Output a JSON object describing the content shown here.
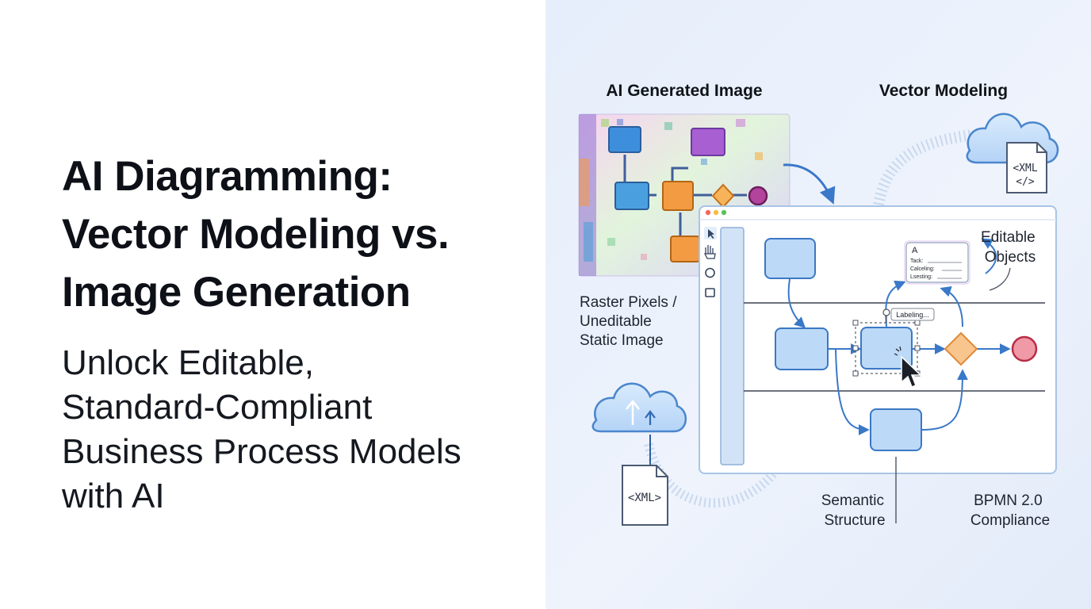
{
  "headline": {
    "title_lines": [
      "AI Diagramming:",
      "Vector Modeling vs.",
      "Image Generation"
    ],
    "subtitle_lines": [
      "Unlock Editable,",
      "Standard-Compliant",
      "Business Process Models",
      "with AI"
    ]
  },
  "diagram": {
    "raster_heading": "AI Generated Image",
    "vector_heading": "Vector Modeling",
    "raster_note": [
      "Raster Pixels /",
      "Uneditable",
      "Static Image"
    ],
    "editable_note": [
      "Editable",
      "Objects"
    ],
    "semantic_note": [
      "Semantic",
      "Structure"
    ],
    "bpmn_note": [
      "BPMN 2.0",
      "Compliance"
    ],
    "xml_file_top": [
      "<XML",
      "</>"
    ],
    "xml_file_bottom": "<XML>",
    "selection_tag": "Labeling...",
    "properties_card": {
      "icon": "A",
      "rows": [
        "Tack:",
        "Calceling:",
        "Lsesting:"
      ]
    },
    "icons": {
      "cloud_top": "cloud-icon",
      "cloud_bottom": "cloud-upload-icon",
      "cursor": "mouse-pointer-icon",
      "tools": [
        "select-arrow-icon",
        "hand-pan-icon",
        "circle-tool-icon",
        "rectangle-tool-icon"
      ]
    },
    "colors": {
      "task_fill": "#bcd9f7",
      "task_stroke": "#3b78c4",
      "gateway_fill": "#f8c58d",
      "gateway_stroke": "#e08a3a",
      "end_fill": "#ef9aa6",
      "end_stroke": "#b82c45",
      "flow": "#3a78c8"
    }
  }
}
